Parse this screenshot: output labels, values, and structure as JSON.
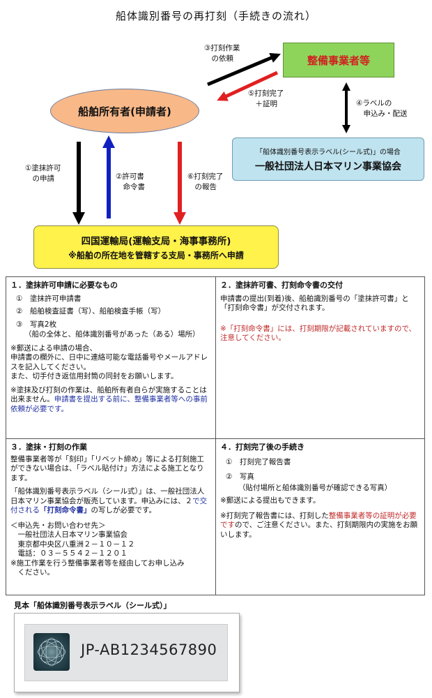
{
  "title": "船体識別番号の再打刻（手続きの流れ）",
  "flow": {
    "owner": "船舶所有者(申請者)",
    "maintenance": "整備事業者等",
    "association_sub": "「船体識別番号表示ラベル(シール式)」の場合",
    "association_main": "一般社団法人日本マリン事業協会",
    "bureau_main": "四国運輸局(運輸支局・海事事務所)",
    "bureau_sub": "※船舶の所在地を管轄する支局・事務所へ申請",
    "step1": "①塗抹許可\n　の申請",
    "step2": "②許可書\n　命令書",
    "step3": "③打刻作業\n　の依頼",
    "step4": "④ラベルの\n　申込み・配送",
    "step5": "⑤打刻完了\n　＋証明",
    "step6": "⑥打刻完了\n　の報告"
  },
  "section1": {
    "heading": "１．塗抹許可申請に必要なもの",
    "items": [
      "①　塗抹許可申請書",
      "②　船舶検査証書（写）、船舶検査手帳（写）",
      "③　写真2枚"
    ],
    "item3_note": "（船の全体と、船体識別番号があった（ある）場所）",
    "mail_note": "※郵送による申請の場合、\n申請書の欄外に、日中に連絡可能な電話番号やメールアドレスを記入してください。\nまた、切手付き返信用封筒の同封をお願いします。",
    "work_note_a": "※塗抹及び打刻の作業は、船舶所有者自らが実施することは出来ません。",
    "work_note_b": "申請書を提出する前に、整備事業者等への事前依頼が必要です。"
  },
  "section2": {
    "heading": "２．塗抹許可書、打刻命令書の交付",
    "body": "申請書の提出(到着)後、船舶識別番号の「塗抹許可書」と「打刻命令書」が交付されます。",
    "note": "※「打刻命令書」には、打刻期限が記載されていますので、注意してください。"
  },
  "section3": {
    "heading": "３．塗抹・打刻の作業",
    "body1": "整備事業者等が「刻印」「リベット締め」等による打刻施工ができない場合は、「ラベル貼付け」方法による施工となります。",
    "body2_a": "「船体識別番号表示ラベル（シール式）」は、一般社団法人日本マリン事業協会が販売しています。申込みには、２",
    "body2_b": "で交付される",
    "body2_c": "「打刻命令書」",
    "body2_d": "の写しが必要です。",
    "contact": "＜申込先・お問い合わせ先＞\n　一般社団法人日本マリン事業協会\n　東京都中央区八重洲２－１０－１２\n　電話：０３－５５４２－１２０１",
    "contact_note": "※施工作業を行う整備事業者等を経由してお申し込み\n　ください。"
  },
  "section4": {
    "heading": "４．打刻完了後の手続き",
    "items": [
      "①　打刻完了報告書",
      "②　写真"
    ],
    "item2_note": "（貼付場所と船体識別番号が確認できる写真）",
    "mail_note": "※郵送による提出もできます。",
    "report_note_a": "※打刻完了報告書には、打刻した",
    "report_note_b": "整備事業者等の証明が必要です",
    "report_note_c": "ので、ご注意ください。また、打刻期限内の実施をお願いします。"
  },
  "sample": {
    "caption": "見本「船体識別番号表示ラベル（シール式）」",
    "label_text": "JP-AB1234567890"
  }
}
